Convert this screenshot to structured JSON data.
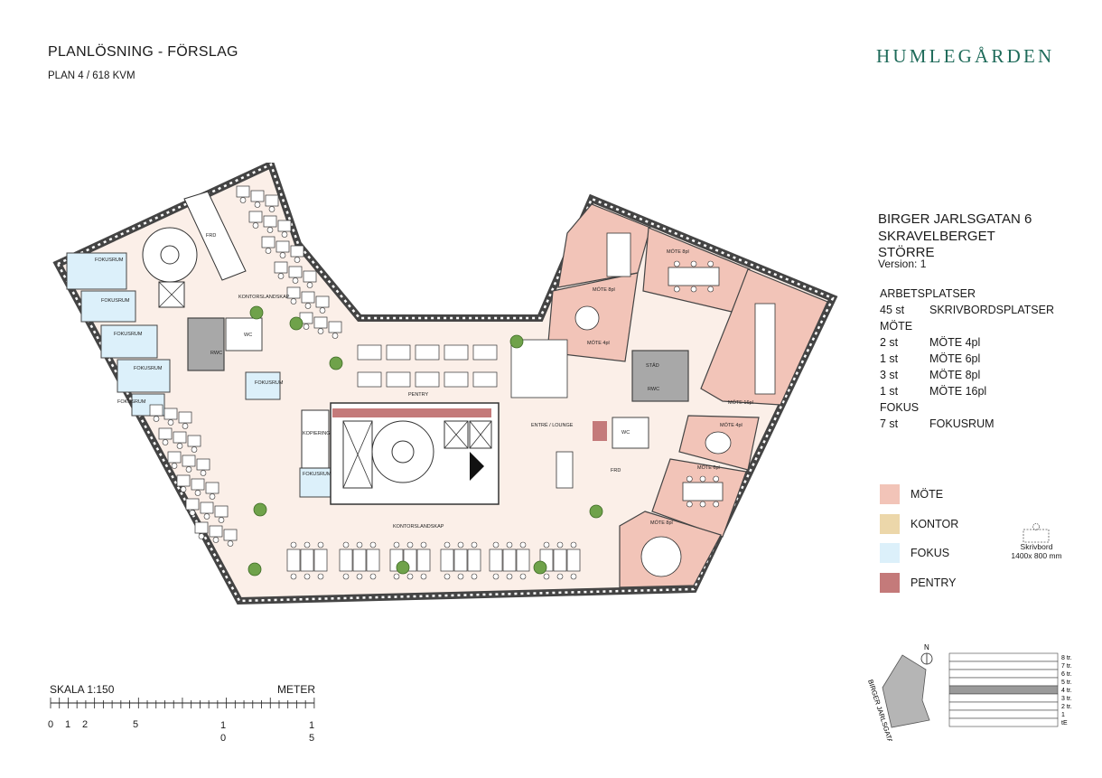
{
  "header": {
    "title": "PLANLÖSNING - FÖRSLAG",
    "subtitle": "PLAN 4 / 618 KVM",
    "brand": "HUMLEGÅRDEN"
  },
  "project": {
    "line1": "BIRGER JARLSGATAN 6",
    "line2": "SKRAVELBERGET",
    "line3": "STÖRRE",
    "version": "Version: 1"
  },
  "stats": {
    "arbetsplatser_heading": "ARBETSPLATSER",
    "rows": [
      {
        "count": "45 st",
        "label": "SKRIVBORDSPLATSER"
      }
    ],
    "mote_heading": "MÖTE",
    "mote_rows": [
      {
        "count": "2 st",
        "label": "MÖTE 4pl"
      },
      {
        "count": "1 st",
        "label": "MÖTE 6pl"
      },
      {
        "count": "3 st",
        "label": "MÖTE 8pl"
      },
      {
        "count": "1 st",
        "label": "MÖTE 16pl"
      }
    ],
    "fokus_heading": "FOKUS",
    "fokus_rows": [
      {
        "count": "7 st",
        "label": "FOKUSRUM"
      }
    ]
  },
  "legend": [
    {
      "label": "MÖTE",
      "color": "#f2c4b8"
    },
    {
      "label": "KONTOR",
      "color": "#ecd7aa"
    },
    {
      "label": "FOKUS",
      "color": "#dcf0fa"
    },
    {
      "label": "PENTRY",
      "color": "#c47a7a"
    }
  ],
  "desk_legend": {
    "line1": "Skrivbord",
    "line2": "1400x 800 mm"
  },
  "scale": {
    "title": "SKALA 1:150",
    "unit": "METER",
    "ticks": [
      "0",
      "1",
      "2",
      "5",
      "10",
      "15"
    ]
  },
  "plan_labels": {
    "fokusrum": "FOKUSRUM",
    "kontorslandskap": "KONTORSLANDSKAP",
    "rwc": "RWC",
    "wc": "WC",
    "frd": "FRD",
    "pentry": "PENTRY",
    "kopiering": "KOPIERING",
    "entre": "ENTRÉ / LOUNGE",
    "stad": "STÄD",
    "mote8": "MÖTE 8pl",
    "mote4": "MÖTE 4pl",
    "mote16": "MÖTE 16pl",
    "mote6": "MÖTE 6pl"
  },
  "orientation": {
    "north": "N",
    "street": "BIRGER JARLSGATAN",
    "floors": [
      "8 tr.",
      "7 tr.",
      "6 tr.",
      "5 tr.",
      "4 tr.",
      "3 tr.",
      "2 tr.",
      "1",
      "tE"
    ]
  },
  "colors": {
    "mote": "#f2c4b8",
    "kontor": "#fbefe8",
    "fokus": "#dcf0fa",
    "pentry": "#c47a7a",
    "brand": "#1f6b5a",
    "wet": "#a8a8a8"
  }
}
